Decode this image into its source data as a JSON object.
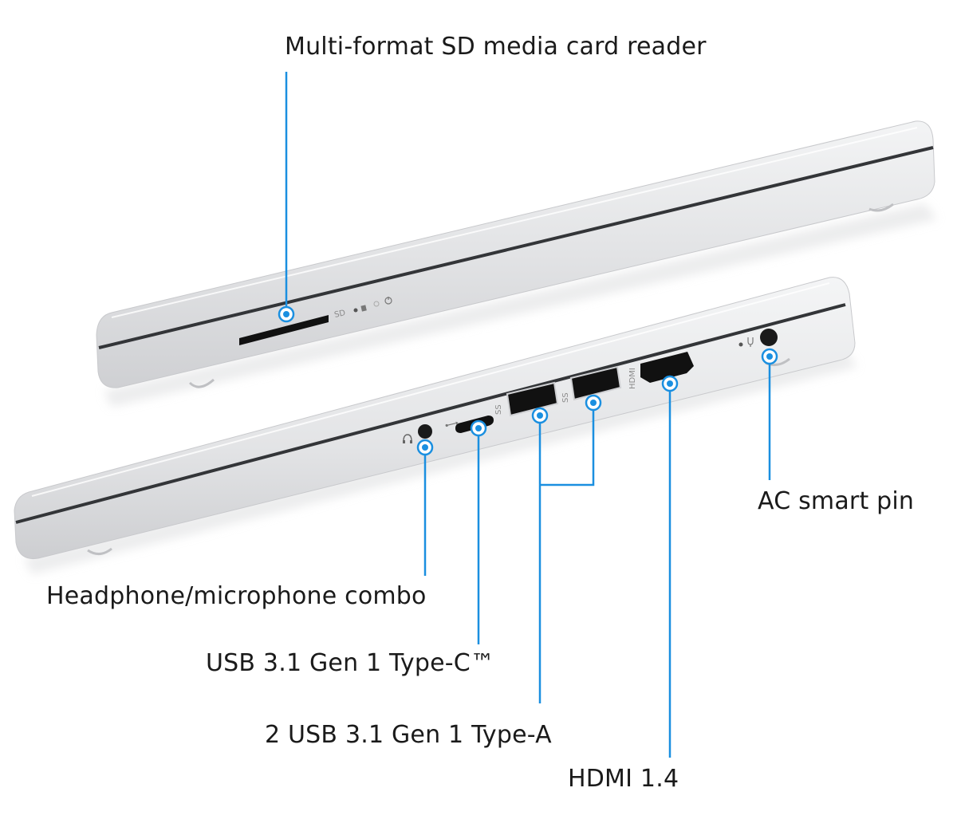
{
  "callouts": {
    "sd_card_reader": "Multi-format SD media card reader",
    "ac_smart_pin": "AC smart pin",
    "headphone_mic": "Headphone/microphone combo",
    "usb_c": "USB 3.1 Gen 1 Type-C™",
    "usb_a": "2 USB 3.1 Gen 1 Type-A",
    "hdmi": "HDMI 1.4"
  },
  "port_markings": {
    "sd": "SD"
  },
  "colors": {
    "leader_line": "#1a8fe0",
    "chassis": "#e4e5e7",
    "port": "#111111"
  },
  "icons": [
    "power-icon",
    "usb-icon",
    "headphone-icon",
    "ac-power-icon",
    "hdmi-logo-icon"
  ]
}
